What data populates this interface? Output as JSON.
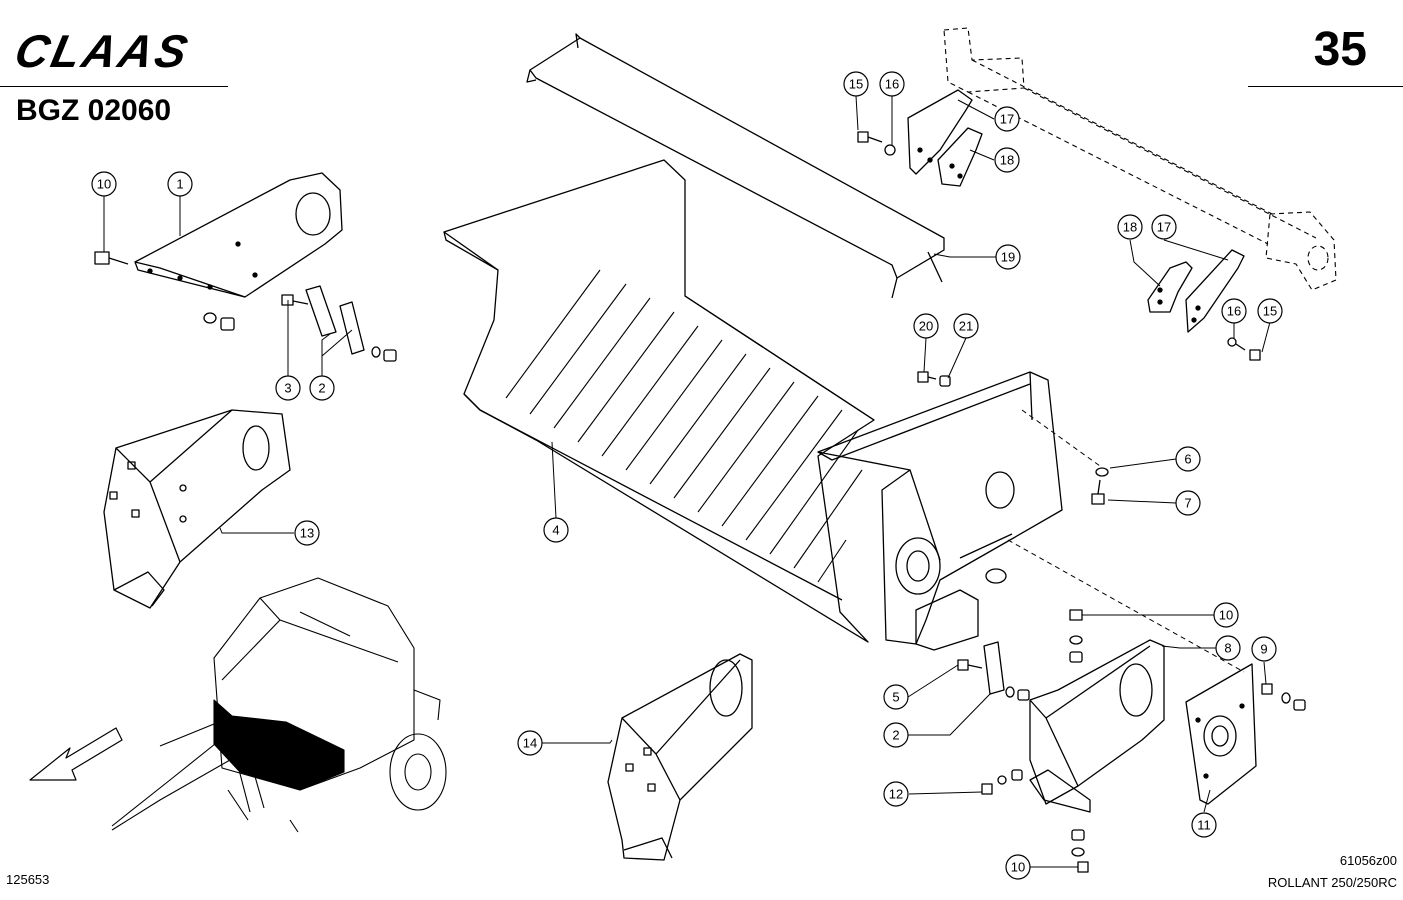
{
  "header": {
    "brand": "CLAAS",
    "doc_id": "BGZ 02060",
    "page_number": "35"
  },
  "footer": {
    "figure_number": "125653",
    "drawing_code": "61056z00",
    "model": "ROLLANT 250/250RC"
  },
  "callouts": [
    "10",
    "1",
    "3",
    "2",
    "13",
    "4",
    "14",
    "15",
    "16",
    "17",
    "18",
    "19",
    "18",
    "17",
    "16",
    "15",
    "20",
    "21",
    "6",
    "7",
    "10",
    "8",
    "9",
    "5",
    "2",
    "12",
    "11",
    "10"
  ],
  "colors": {
    "ink": "#000000",
    "paper": "#ffffff"
  }
}
